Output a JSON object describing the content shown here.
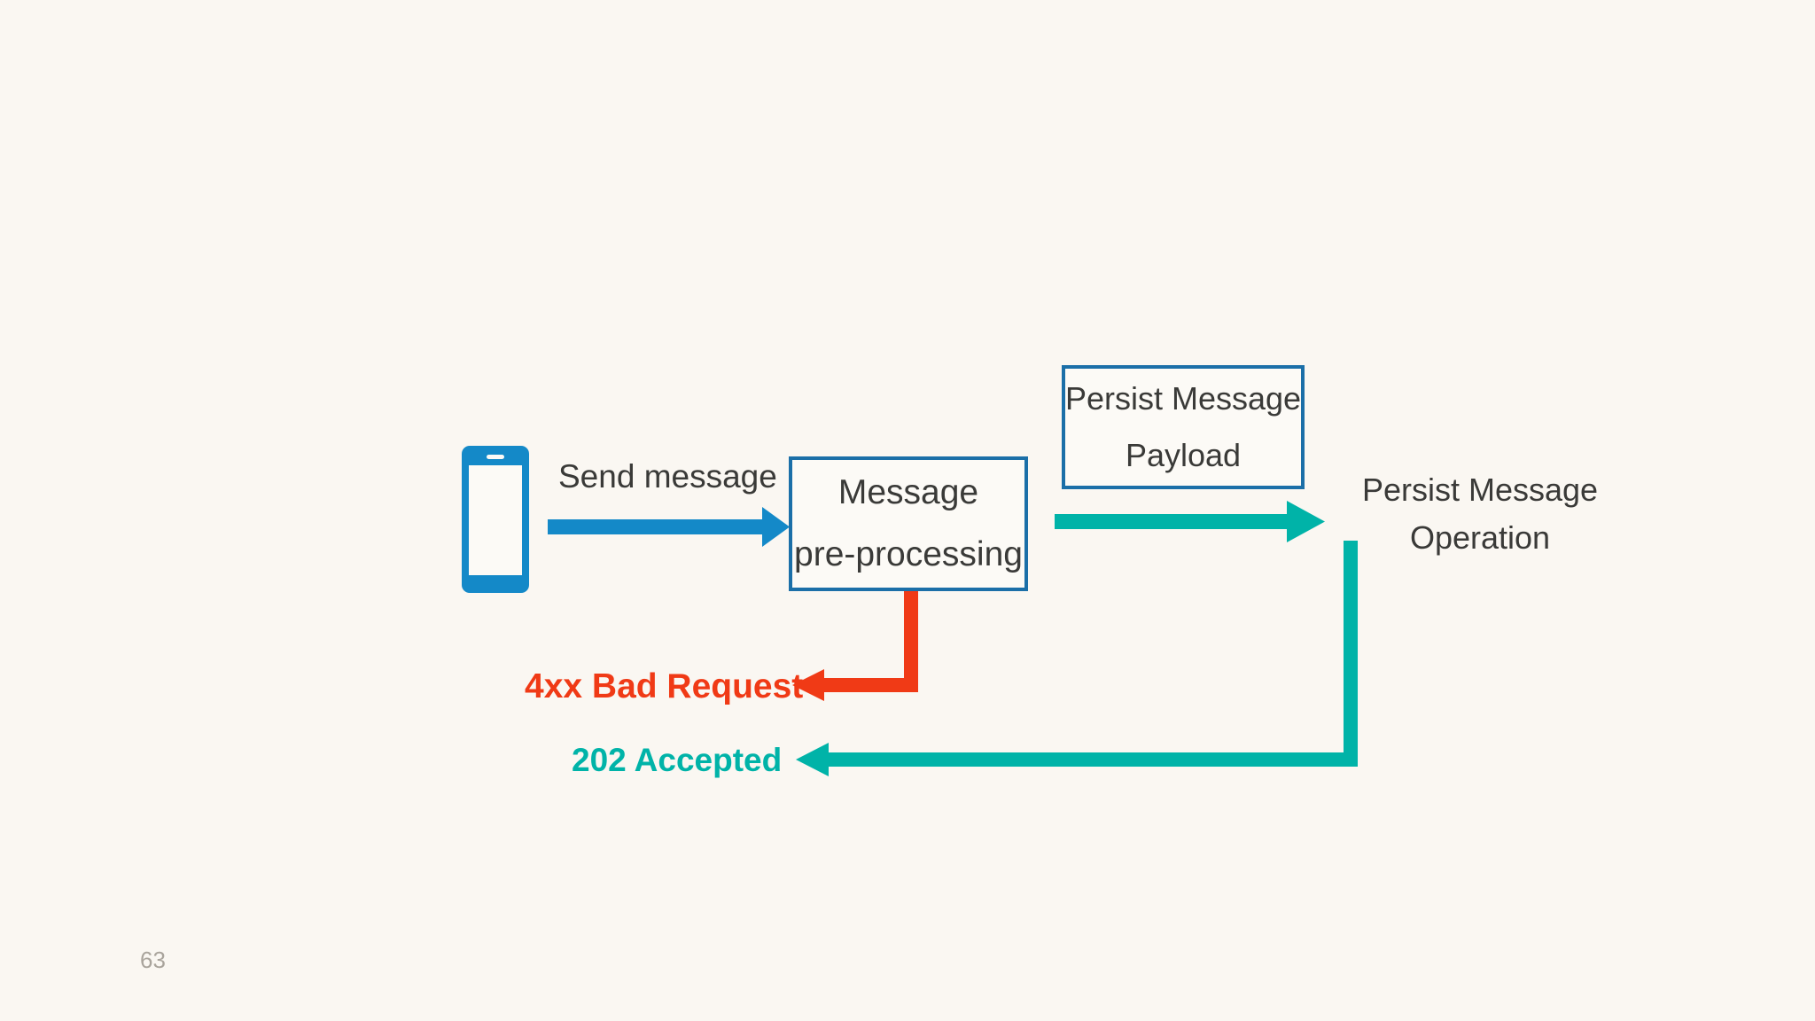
{
  "slide": {
    "background_color": "#faf7f2",
    "number": "63"
  },
  "palette": {
    "blue": "#1489c8",
    "box_border_blue": "#1b6fa8",
    "teal": "#00b3a8",
    "red": "#f03a16",
    "text_dark": "#3a3a38",
    "page_number_gray": "#a9a49c",
    "box_fill": "#fcfaf6"
  },
  "diagram": {
    "type": "flow-diagram",
    "nodes": [
      {
        "id": "client-device",
        "kind": "icon",
        "icon": "mobile-phone-icon",
        "label": ""
      },
      {
        "id": "message-preprocessing",
        "kind": "process-box",
        "line1": "Message",
        "line2": "pre-processing"
      },
      {
        "id": "persist-message-payload",
        "kind": "process-box",
        "line1": "Persist Message",
        "line2": "Payload"
      },
      {
        "id": "persist-message-operation",
        "kind": "text-label",
        "line1": "Persist Message",
        "line2": "Operation"
      }
    ],
    "edges": [
      {
        "id": "send-message",
        "from": "client-device",
        "to": "message-preprocessing",
        "label": "Send message",
        "color": "#1489c8",
        "direction": "right"
      },
      {
        "id": "persist-payload-flow",
        "from": "message-preprocessing",
        "to": "persist-message-operation",
        "label": "",
        "color": "#00b3a8",
        "direction": "right"
      },
      {
        "id": "bad-request-response",
        "from": "message-preprocessing",
        "to": "client",
        "label": "4xx Bad Request",
        "color": "#f03a16",
        "direction": "down-then-left"
      },
      {
        "id": "accepted-response",
        "from": "persist-message-operation",
        "to": "client",
        "label": "202 Accepted",
        "color": "#00b3a8",
        "direction": "down-then-left"
      }
    ]
  }
}
